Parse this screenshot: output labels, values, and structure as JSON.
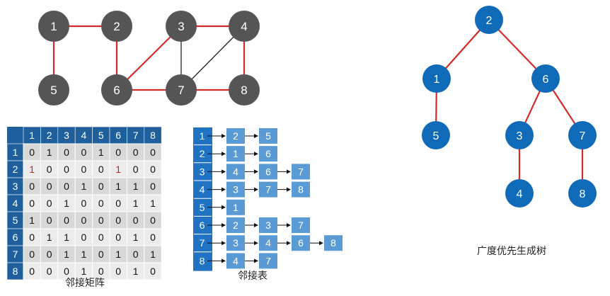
{
  "colors": {
    "graph_node": "#555555",
    "red_edge": "#d42a2a",
    "black_edge": "#222222",
    "matrix_header": "#1f5f9c",
    "matrix_cell_odd": "#d8d8d8",
    "matrix_cell_even": "#ececec",
    "matrix_red_text": "#cc2222",
    "list_head": "#1f73c2",
    "list_node": "#5b9bd5",
    "tree_node": "#0f6bb8"
  },
  "graph": {
    "nodes": [
      "1",
      "2",
      "3",
      "4",
      "5",
      "6",
      "7",
      "8"
    ],
    "red_edges": [
      [
        "1",
        "2"
      ],
      [
        "1",
        "5"
      ],
      [
        "2",
        "6"
      ],
      [
        "3",
        "4"
      ],
      [
        "3",
        "6"
      ],
      [
        "4",
        "8"
      ],
      [
        "6",
        "7"
      ],
      [
        "7",
        "8"
      ]
    ],
    "black_edges": [
      [
        "3",
        "7"
      ],
      [
        "4",
        "7"
      ]
    ]
  },
  "matrix": {
    "caption": "邻接矩阵",
    "col_headers": [
      "1",
      "2",
      "3",
      "4",
      "5",
      "6",
      "7",
      "8"
    ],
    "row_headers": [
      "1",
      "2",
      "3",
      "4",
      "5",
      "6",
      "7",
      "8"
    ],
    "rows": [
      [
        "0",
        "1",
        "0",
        "0",
        "1",
        "0",
        "0",
        "0"
      ],
      [
        "1",
        "0",
        "0",
        "0",
        "0",
        "1",
        "0",
        "0"
      ],
      [
        "0",
        "0",
        "0",
        "1",
        "0",
        "1",
        "1",
        "0"
      ],
      [
        "0",
        "0",
        "1",
        "0",
        "0",
        "0",
        "1",
        "1"
      ],
      [
        "1",
        "0",
        "0",
        "0",
        "0",
        "0",
        "0",
        "0"
      ],
      [
        "0",
        "1",
        "1",
        "0",
        "0",
        "0",
        "1",
        "0"
      ],
      [
        "0",
        "0",
        "1",
        "1",
        "0",
        "1",
        "0",
        "1"
      ],
      [
        "0",
        "0",
        "0",
        "1",
        "0",
        "0",
        "1",
        "0"
      ]
    ],
    "red_cells": [
      [
        1,
        0
      ],
      [
        1,
        5
      ]
    ]
  },
  "adjacency_list": {
    "caption": "邻接表",
    "rows": [
      {
        "head": "1",
        "items": [
          "2",
          "5"
        ]
      },
      {
        "head": "2",
        "items": [
          "1",
          "6"
        ]
      },
      {
        "head": "3",
        "items": [
          "4",
          "6",
          "7"
        ]
      },
      {
        "head": "4",
        "items": [
          "3",
          "7",
          "8"
        ]
      },
      {
        "head": "5",
        "items": [
          "1"
        ]
      },
      {
        "head": "6",
        "items": [
          "2",
          "3",
          "7"
        ]
      },
      {
        "head": "7",
        "items": [
          "3",
          "4",
          "6",
          "8"
        ]
      },
      {
        "head": "8",
        "items": [
          "4",
          "7"
        ]
      }
    ]
  },
  "tree": {
    "caption": "广度优先生成树",
    "nodes": [
      "2",
      "1",
      "6",
      "5",
      "3",
      "7",
      "4",
      "8"
    ],
    "edges": [
      [
        "2",
        "1"
      ],
      [
        "2",
        "6"
      ],
      [
        "1",
        "5"
      ],
      [
        "6",
        "3"
      ],
      [
        "6",
        "7"
      ],
      [
        "3",
        "4"
      ],
      [
        "7",
        "8"
      ]
    ]
  }
}
